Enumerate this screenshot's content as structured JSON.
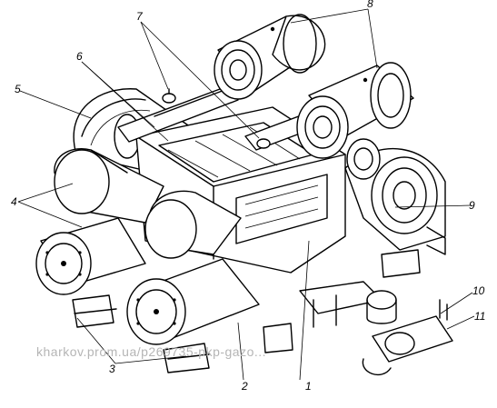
{
  "figure": {
    "callouts": [
      "1",
      "2",
      "3",
      "4",
      "5",
      "6",
      "7",
      "8",
      "9",
      "10",
      "11"
    ]
  },
  "watermark": "kharkov.prom.ua/p269735-pkp-gazo..."
}
